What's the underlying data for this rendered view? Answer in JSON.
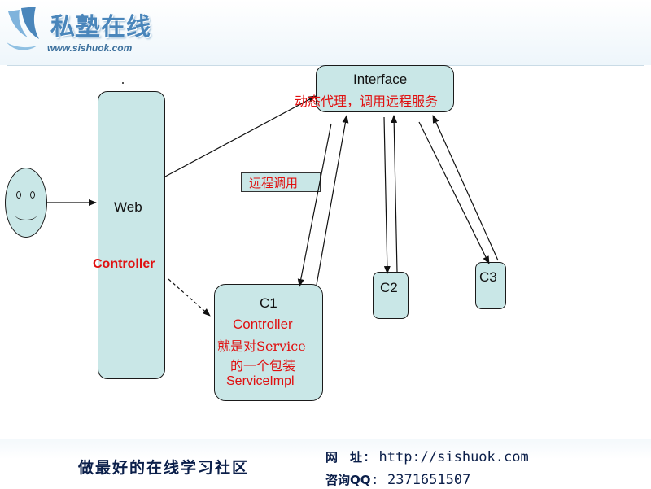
{
  "header": {
    "logo_text": "私塾在线",
    "logo_url": "www.sishuok.com"
  },
  "diagram": {
    "web_box": {
      "title": "Web",
      "subtitle": "Controller"
    },
    "interface_box": {
      "title": "Interface",
      "note": "动态代理，调用远程服务"
    },
    "remote_call_tag": "远程调用",
    "c1_box": {
      "title": "C1",
      "line1": "Controller",
      "line2": "就是对Service",
      "line3": "的一个包装",
      "line4": "ServiceImpl"
    },
    "c2_box": {
      "title": "C2"
    },
    "c3_box": {
      "title": "C3"
    }
  },
  "footer": {
    "slogan": "做最好的在线学习社区",
    "web_key": "网　址",
    "web_value": ": http://sishuok.com",
    "qq_key": "咨询QQ",
    "qq_value": ": 2371651507"
  },
  "colors": {
    "box_fill": "#c9e7e7",
    "accent_red": "#e01010",
    "footer_text": "#0b1f4a",
    "logo_blue": "#4a86bb"
  },
  "icons": {
    "user": "smiley-face-icon",
    "logo": "sishuok-logo-icon"
  }
}
